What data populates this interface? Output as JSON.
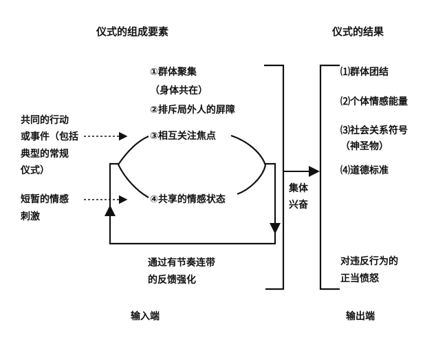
{
  "titles": {
    "components": "仪式的组成要素",
    "results": "仪式的结果"
  },
  "inputs": {
    "action_lines": [
      "共同的行动",
      "或事件（包括",
      "典型的常规",
      "仪式）"
    ],
    "stimulus_lines": [
      "短暂的情感",
      "刺激"
    ]
  },
  "components": {
    "item1": "①群体聚集",
    "item1_note": "（身体共在）",
    "item2": "②排斥局外人的屏障",
    "item3": "③相互关注焦点",
    "item4": "④共享的情感状态"
  },
  "feedback_lines": [
    "通过有节奏连带",
    "的反馈强化"
  ],
  "center_lines": [
    "集体",
    "兴奋"
  ],
  "results": {
    "item1": "⑴群体团结",
    "item2": "⑵个体情感能量",
    "item3": "⑶社会关系符号",
    "item3_note": "（神圣物）",
    "item4": "⑷道德标准",
    "extra_lines": [
      "对违反行为的",
      "正当愤怒"
    ]
  },
  "footer": {
    "input_end": "输入端",
    "output_end": "输出端"
  }
}
